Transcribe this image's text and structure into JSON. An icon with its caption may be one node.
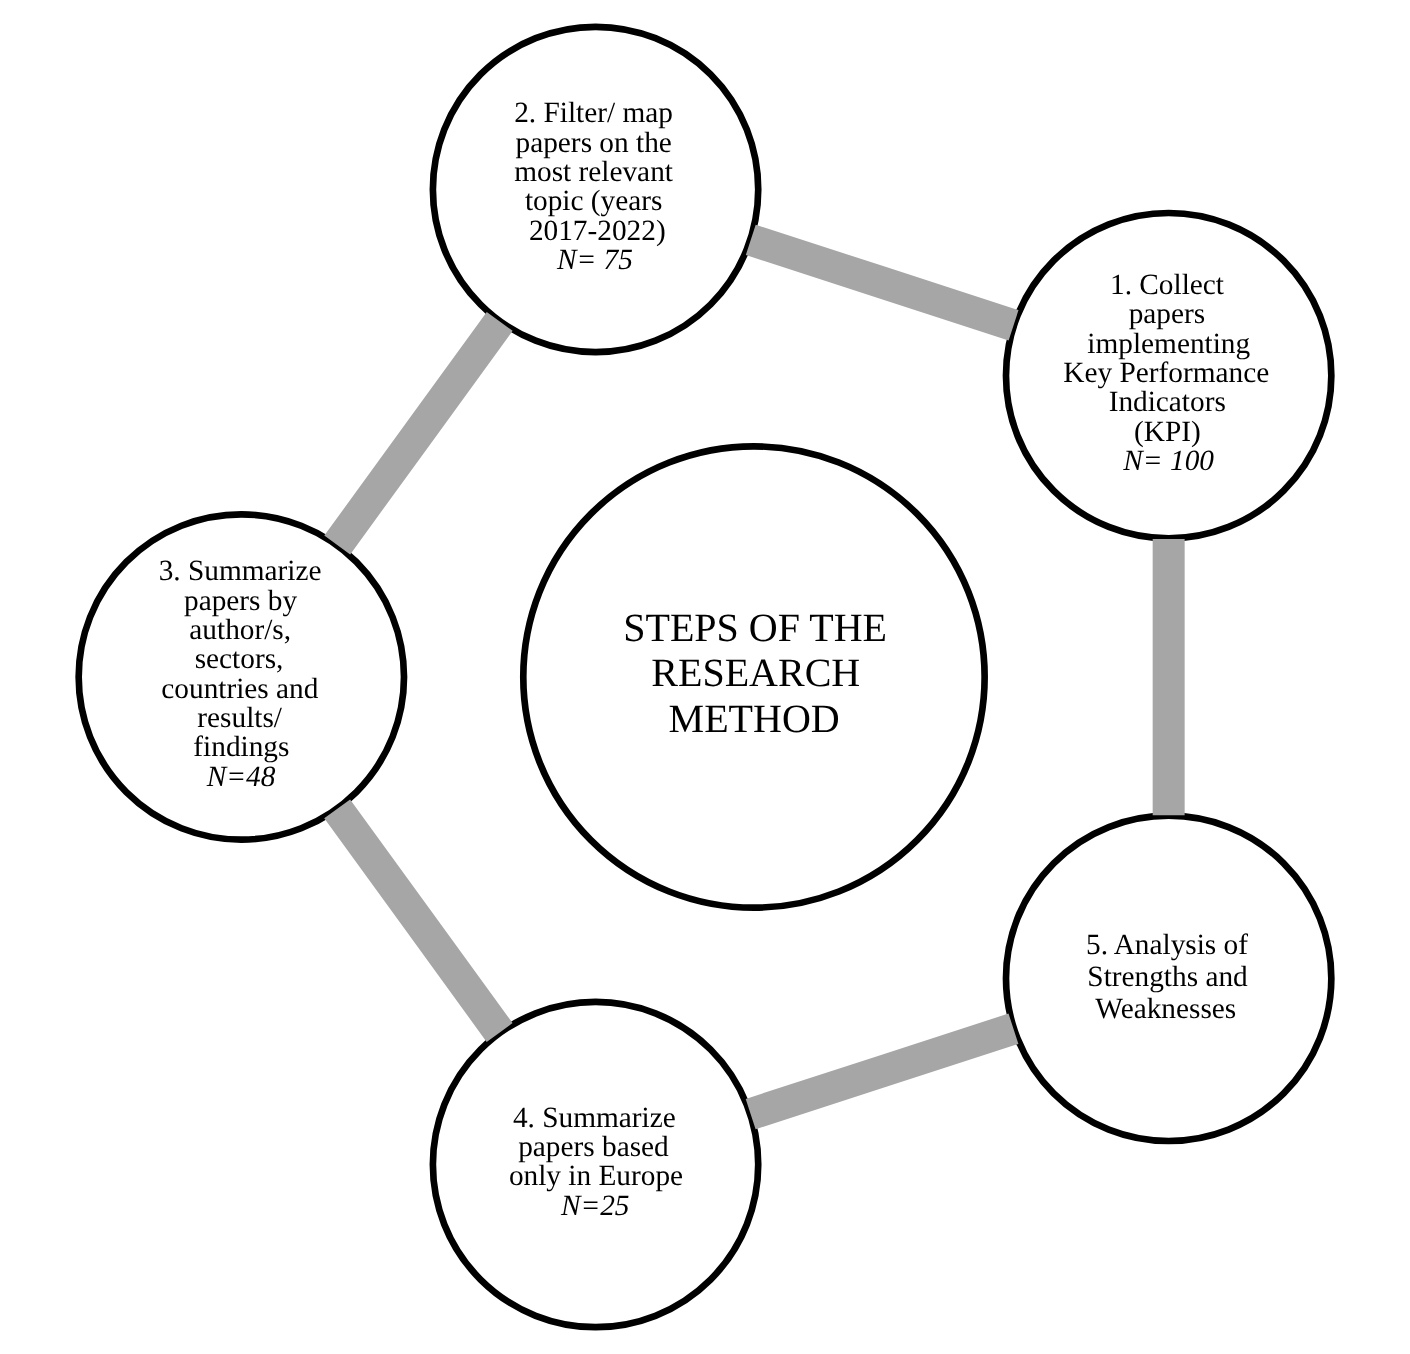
{
  "diagram": {
    "nodes": [
      {
        "text": [
          "1. Collect papers implementing Key Performance Indicators (KPI)",
          "N= 100"
        ]
      },
      {
        "text": [
          "2. Filter/ map papers on the most relevant topic (years 2017-2022)",
          "N= 75"
        ]
      },
      {
        "text": [
          "3. Summarize papers by author/s, sectors, countries and results/ findings",
          "N=48"
        ]
      },
      {
        "text": [
          "4. Summarize papers based only in Europe",
          "N=25"
        ]
      },
      {
        "text": [
          "5. Analysis of Strengths and Weaknesses"
        ]
      },
      {
        "text": [
          "STEPS OF THE RESEARCH METHOD"
        ]
      }
    ],
    "edges": [
      {
        "from": 0,
        "to": 1,
        "arrow": "none"
      },
      {
        "from": 1,
        "to": 2,
        "arrow": "none"
      },
      {
        "from": 2,
        "to": 3,
        "arrow": "none"
      },
      {
        "from": 3,
        "to": 4,
        "arrow": "none"
      },
      {
        "from": 4,
        "to": 0,
        "arrow": "none"
      }
    ]
  }
}
